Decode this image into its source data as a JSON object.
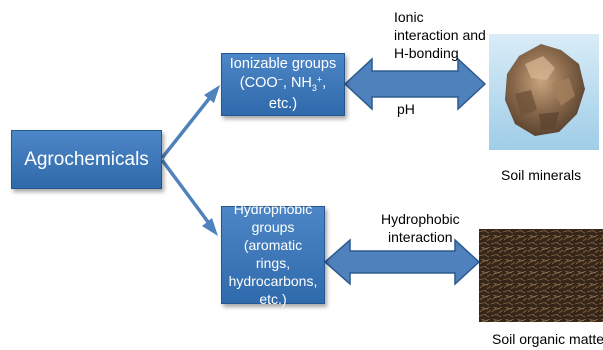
{
  "boxes": {
    "agrochemicals": "Agrochemicals",
    "ionizable_line1": "Ionizable groups",
    "ionizable_line2_a": "(COO",
    "ionizable_line2_sup1": "−",
    "ionizable_line2_b": ", NH",
    "ionizable_line2_sub": "3",
    "ionizable_line2_sup2": "+",
    "ionizable_line2_c": ", etc.)",
    "hydrophobic_lines": [
      "Hydrophobic",
      "groups (aromatic",
      "rings,",
      "hydrocarbons,",
      "etc.)"
    ]
  },
  "labels": {
    "ionic_lines": [
      "Ionic",
      "interaction and",
      "H-bonding"
    ],
    "ph": "pH",
    "hydrophobic_interaction_lines": [
      "Hydrophobic",
      "interaction"
    ],
    "soil_minerals": "Soil minerals",
    "soil_organic_matter": "Soil organic matter"
  },
  "colors": {
    "arrow_fill": "#4f81bd",
    "arrow_stroke": "#2d5a8e",
    "box_fill": "#3b76b8",
    "mineral": "#8a6a4c",
    "soil": "#3a2a1c"
  },
  "icons": {
    "mineral_image": "rock-specimen",
    "organic_image": "soil-texture"
  }
}
